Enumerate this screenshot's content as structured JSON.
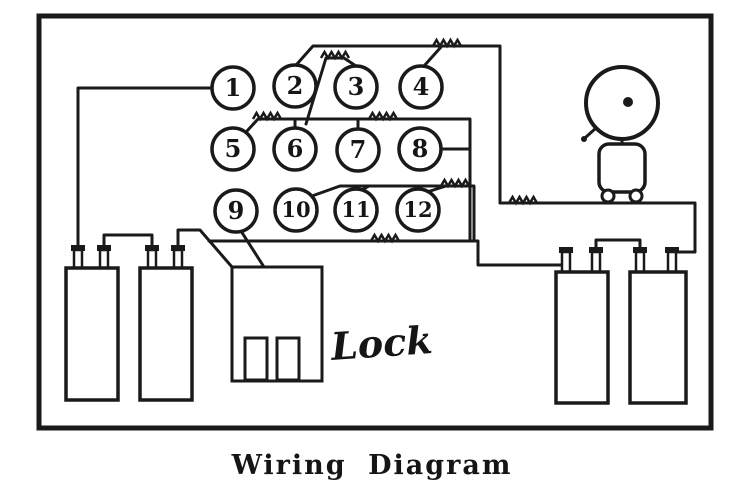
{
  "title": "Wiring Diagram",
  "labels": {
    "lock": "Lock"
  },
  "terminals": [
    {
      "label": "1"
    },
    {
      "label": "2"
    },
    {
      "label": "3"
    },
    {
      "label": "4"
    },
    {
      "label": "5"
    },
    {
      "label": "6"
    },
    {
      "label": "7"
    },
    {
      "label": "8"
    },
    {
      "label": "9"
    },
    {
      "label": "10"
    },
    {
      "label": "11"
    },
    {
      "label": "12"
    }
  ],
  "colors": {
    "ink": "#1a1a1a",
    "paper": "#ffffff"
  }
}
